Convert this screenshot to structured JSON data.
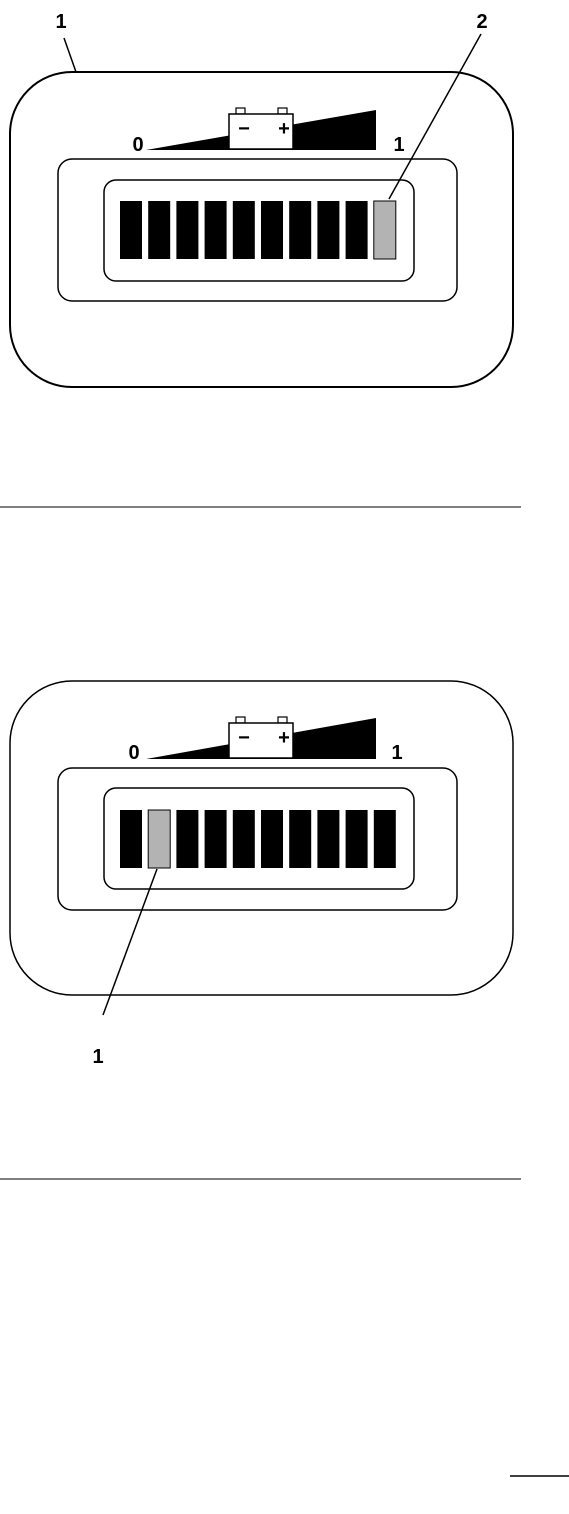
{
  "colors": {
    "ink": "#000000",
    "segment_dark": "#000000",
    "segment_lit": "#b3b3b3",
    "background": "#ffffff"
  },
  "figures": [
    {
      "id": "full-charge",
      "scale_min_label": "0",
      "scale_max_label": "1",
      "battery_minus": "−",
      "battery_plus": "+",
      "segments_total": 10,
      "highlighted_segment": 10,
      "callouts": [
        {
          "number": "1",
          "target": "bezel"
        },
        {
          "number": "2",
          "target": "segment-10"
        }
      ]
    },
    {
      "id": "low-charge",
      "scale_min_label": "0",
      "scale_max_label": "1",
      "battery_minus": "−",
      "battery_plus": "+",
      "segments_total": 10,
      "highlighted_segment": 2,
      "callouts": [
        {
          "number": "1",
          "target": "segment-2"
        }
      ]
    }
  ]
}
